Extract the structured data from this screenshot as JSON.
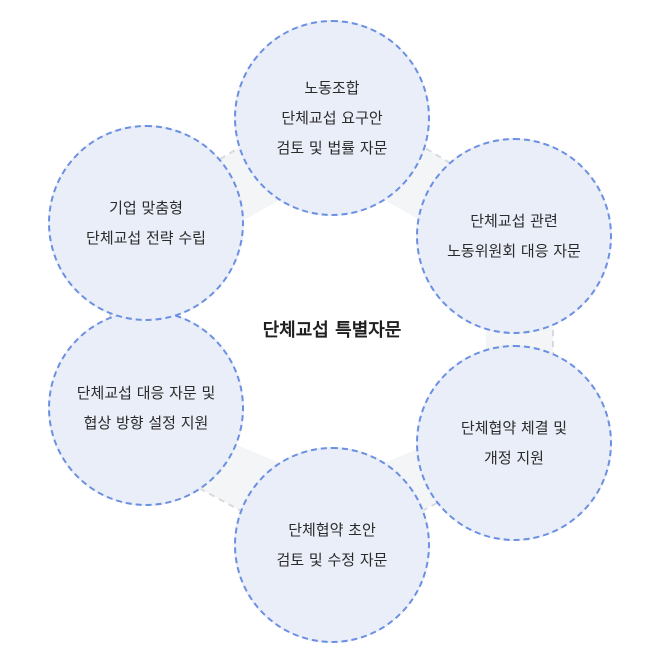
{
  "title": "단체교섭 특별자문",
  "nodes": [
    {
      "lines": [
        "노동조합",
        "단체교섭 요구안",
        "검토 및 법률 자문"
      ]
    },
    {
      "lines": [
        "단체교섭 관련",
        "노동위원회 대응 자문"
      ]
    },
    {
      "lines": [
        "단체협약 체결 및",
        "개정 지원"
      ]
    },
    {
      "lines": [
        "단체협약 초안",
        "검토 및 수정 자문"
      ]
    },
    {
      "lines": [
        "단체교섭 대응 자문 및",
        "협상 방향 설정 지원"
      ]
    },
    {
      "lines": [
        "기업 맞춤형",
        "단체교섭 전략 수립"
      ]
    }
  ],
  "colors": {
    "circle_fill": "#e9eef8",
    "circle_border": "#6b8fe2",
    "ring_fill": "#f4f5f7",
    "ring_border": "#d7dade"
  }
}
